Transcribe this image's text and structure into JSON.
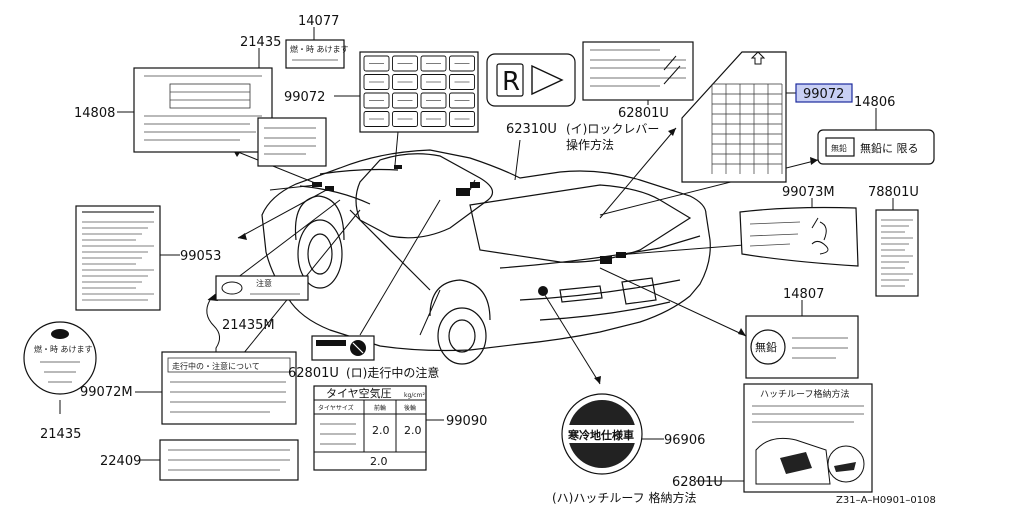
{
  "part_numbers": {
    "p14077": "14077",
    "p21435_top": "21435",
    "p99072_top": "99072",
    "p14808": "14808",
    "p62310U": "62310U",
    "p62801U_top": "62801U",
    "p99072_hl": "99072",
    "p14806": "14806",
    "p99073M": "99073M",
    "p78801U": "78801U",
    "p99053": "99053",
    "p21435M": "21435M",
    "p14807": "14807",
    "p99072M": "99072M",
    "p62801U_mid": "62801U",
    "p99090": "99090",
    "p96906": "96906",
    "p21435_bottom": "21435",
    "p22409": "22409",
    "p62801U_bottom": "62801U"
  },
  "captions": {
    "lock_lever_line1": "(イ)ロックレバー",
    "lock_lever_line2": "操作方法",
    "driving_caution": "(ロ)走行中の注意",
    "hatch_roof_storage": "(ハ)ハッチルーフ 格納方法"
  },
  "label_texts": {
    "r_symbol": "R",
    "unleaded_badge": "無鉛",
    "unleaded_only": "無鉛に 限る",
    "unleaded_circle": "無鉛",
    "caution_short": "注意",
    "driving_caution_title": "走行中の・注意について",
    "tire_title": "タイヤ空気圧",
    "tire_unit": "kg/cm²",
    "tire_size_hdr": "タイヤサイズ",
    "tire_front_hdr": "前輪",
    "tire_rear_hdr": "後輪",
    "tire_front_val": "2.0",
    "tire_rear_val": "2.0",
    "tire_spare_val": "2.0",
    "cold_region_car": "寒冷地仕様車",
    "hatch_roof_title": "ハッチルーフ格納方法",
    "fuel_ignition_small": "燃・時 あけます",
    "fuel_ignition_circle": "燃・時 あけます"
  },
  "footer": {
    "drawing_code": "Z31–A–H0901–0108"
  },
  "colors": {
    "highlight_fill": "#c8cff4",
    "highlight_border": "#1c2a9c",
    "line": "#111111"
  }
}
